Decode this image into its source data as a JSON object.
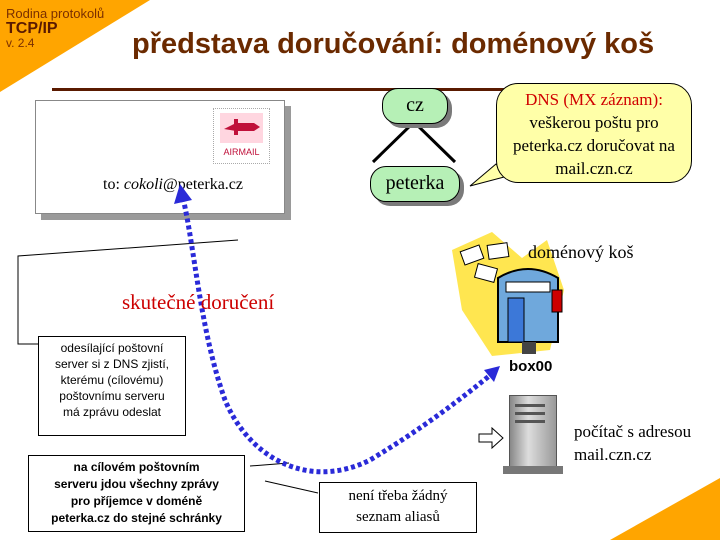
{
  "header": {
    "protocol_family": "Rodina protokolů",
    "protocol": "TCP/IP",
    "version": "v. 2.4",
    "title": "představa doručování: doménový koš"
  },
  "letter": {
    "stamp_text": "AIRMAIL",
    "to_prefix": "to: ",
    "to_user": "cokoli",
    "to_domain": "@peterka.cz"
  },
  "dns_tree": {
    "top_node": "cz",
    "child_node": "peterka"
  },
  "dns_bubble": {
    "line1": "DNS (MX záznam):",
    "line2": "veškerou poštu pro",
    "line3": "peterka.cz doručovat na",
    "line4": "mail.czn.cz"
  },
  "labels": {
    "domain_box": "doménový koš",
    "actual_delivery": "skutečné doručení",
    "mailbox_name": "box00",
    "computer_line1": "počítač s adresou",
    "computer_line2": "mail.czn.cz"
  },
  "notes": {
    "sending_server": [
      "odesílající poštovní",
      "server si z DNS zjistí,",
      "kterému (cílovému)",
      "poštovnímu serveru",
      "má zprávu odeslat"
    ],
    "target_server": [
      "na cílovém poštovním",
      "serveru jdou všechny zprávy",
      "pro příjemce v doméně",
      "peterka.cz do stejné schránky"
    ],
    "no_alias": [
      "není třeba žádný",
      "seznam aliasů"
    ]
  },
  "colors": {
    "accent_orange": "#ffa500",
    "title_brown": "#6b2a00",
    "node_green": "#b6f0b6",
    "bubble_yellow": "#ffffa8",
    "delivery_red": "#cc0000",
    "path_blue": "#2a2ad8"
  },
  "icons": [
    "airmail-stamp-icon",
    "mailbox-icon",
    "server-computer-icon",
    "arrow-right-icon"
  ]
}
